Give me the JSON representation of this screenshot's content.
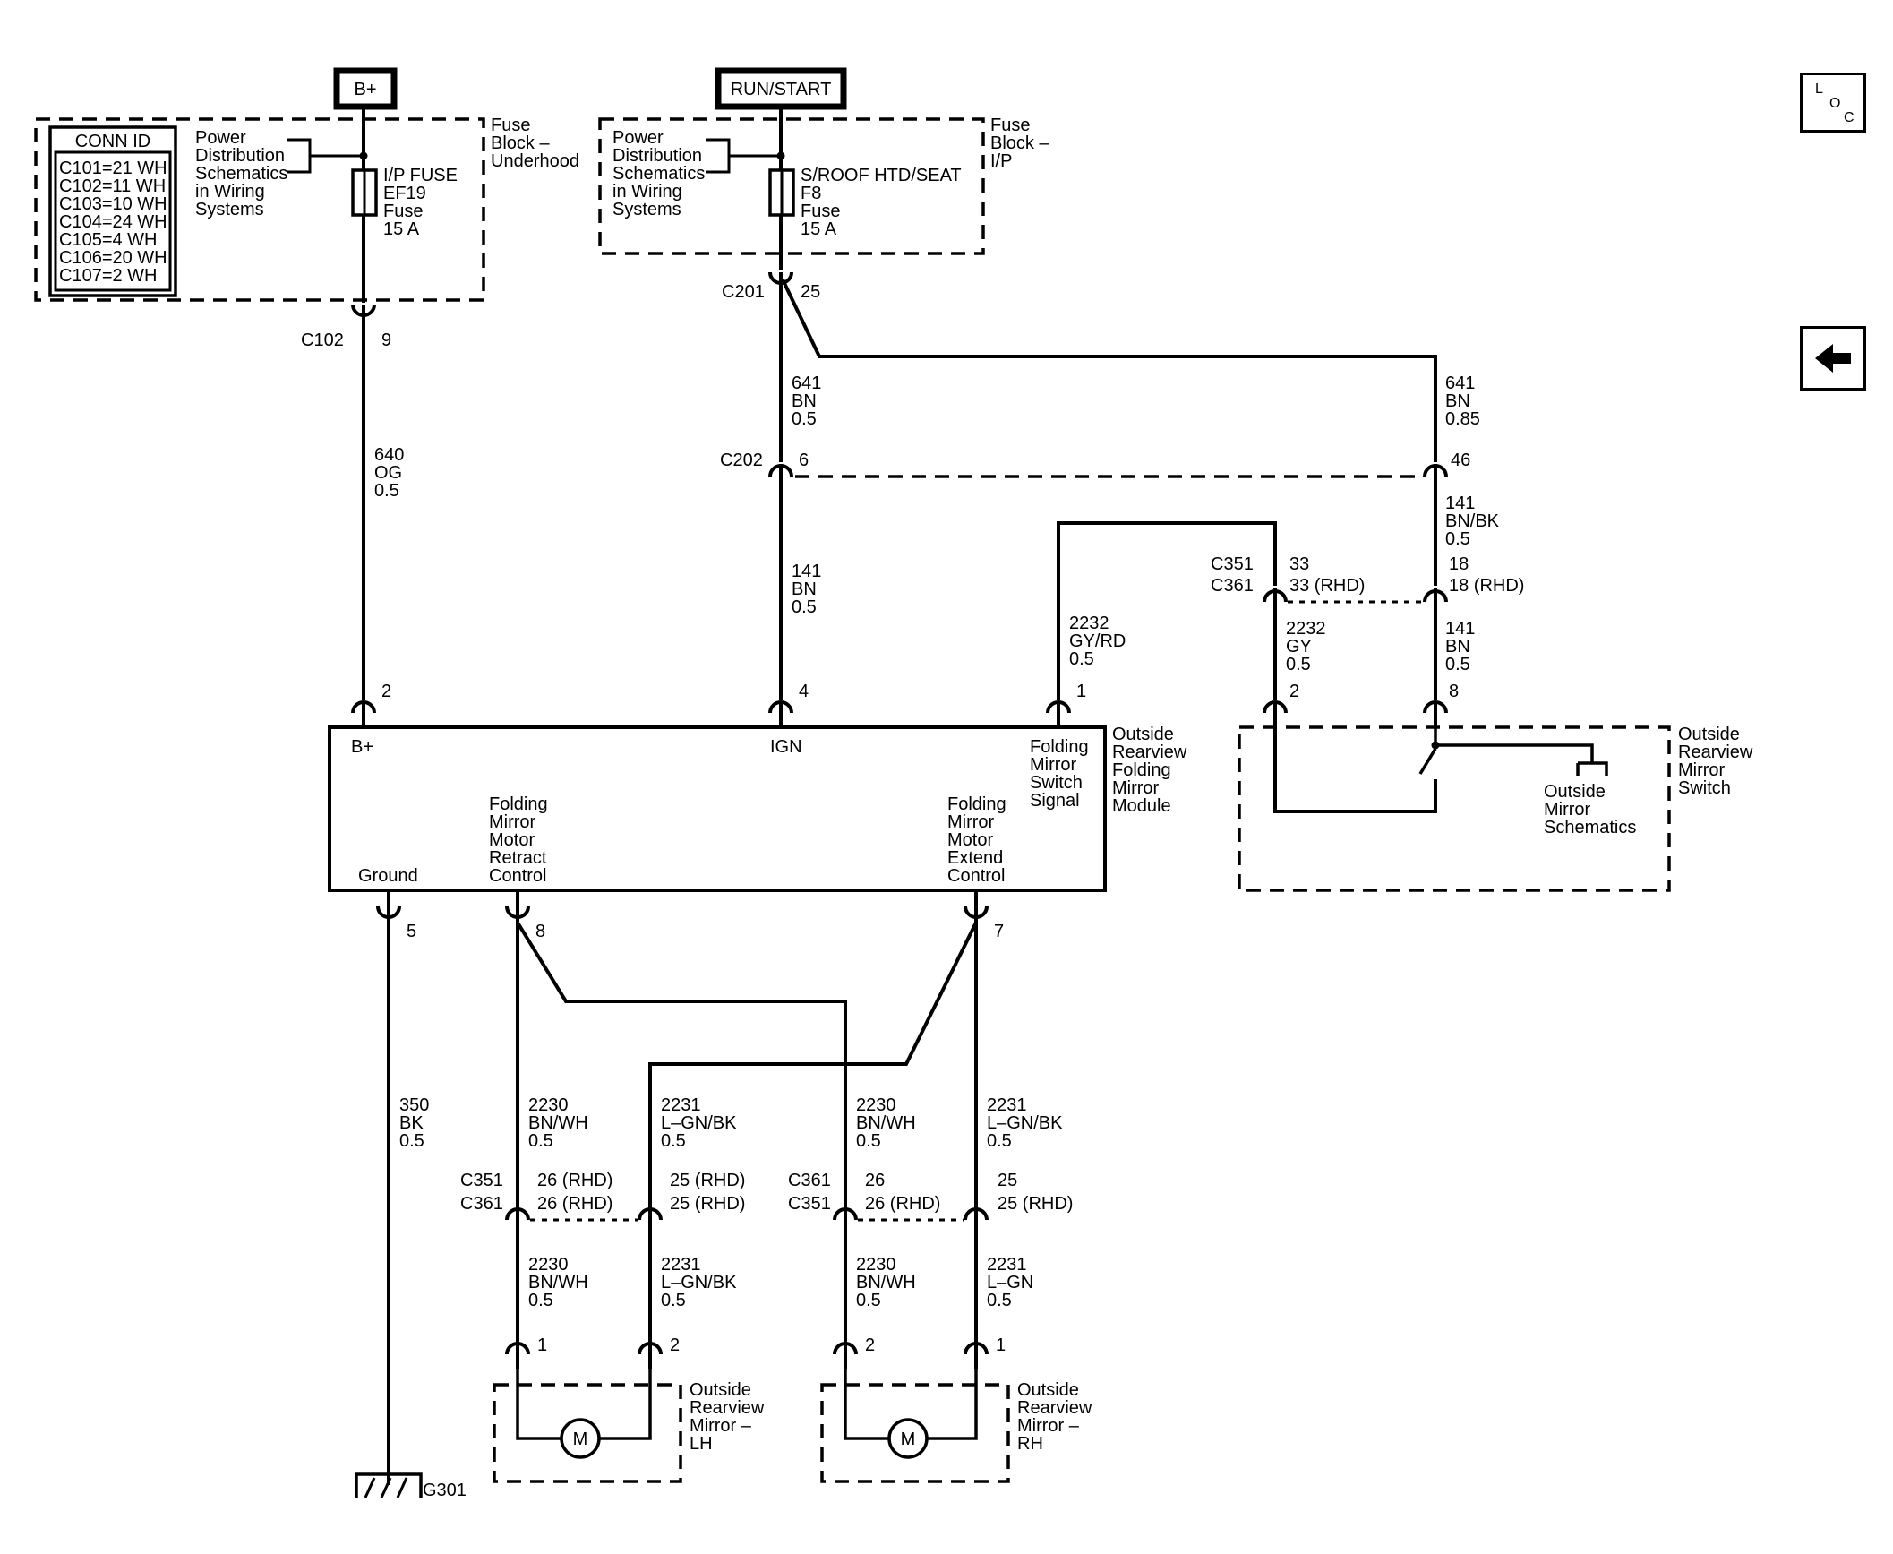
{
  "sources": {
    "bplus": "B+",
    "run_start": "RUN/START"
  },
  "conn_table": {
    "header": "CONN ID",
    "rows": [
      "C101=21 WH",
      "C102=11 WH",
      "C103=10 WH",
      "C104=24 WH",
      "C105=4 WH",
      "C106=20 WH",
      "C107=2 WH"
    ]
  },
  "fuse_block_underhood": {
    "pds": [
      "Power",
      "Distribution",
      "Schematics",
      "in Wiring",
      "Systems"
    ],
    "fuse": [
      "I/P FUSE",
      "EF19",
      "Fuse",
      "15 A"
    ],
    "name": [
      "Fuse",
      "Block –",
      "Underhood"
    ]
  },
  "fuse_block_ip": {
    "pds": [
      "Power",
      "Distribution",
      "Schematics",
      "in Wiring",
      "Systems"
    ],
    "fuse": [
      "S/ROOF HTD/SEAT",
      "F8",
      "Fuse",
      "15 A"
    ],
    "name": [
      "Fuse",
      "Block –",
      "I/P"
    ]
  },
  "connectors": {
    "c102": "C102",
    "c102_pin": "9",
    "c201": "C201",
    "c201_pin": "25",
    "c202": "C202",
    "c202_pin_a": "6",
    "c202_pin_b": "46",
    "c351": "C351",
    "c361": "C361",
    "c351_pin_sig": "33",
    "c361_pin_sig": "33 (RHD)",
    "c351_pin_ign": "18",
    "c361_pin_ign": "18 (RHD)"
  },
  "wires": {
    "w640": [
      "640",
      "OG",
      "0.5"
    ],
    "w641a": [
      "641",
      "BN",
      "0.5"
    ],
    "w641b": [
      "641",
      "BN",
      "0.85"
    ],
    "w141a": [
      "141",
      "BN",
      "0.5"
    ],
    "w141b": [
      "141",
      "BN/BK",
      "0.5"
    ],
    "w141c": [
      "141",
      "BN",
      "0.5"
    ],
    "w2232a": [
      "2232",
      "GY/RD",
      "0.5"
    ],
    "w2232b": [
      "2232",
      "GY",
      "0.5"
    ],
    "w350": [
      "350",
      "BK",
      "0.5"
    ],
    "w2230a": [
      "2230",
      "BN/WH",
      "0.5"
    ],
    "w2231a": [
      "2231",
      "L–GN/BK",
      "0.5"
    ],
    "w2230b": [
      "2230",
      "BN/WH",
      "0.5"
    ],
    "w2231b": [
      "2231",
      "L–GN/BK",
      "0.5"
    ],
    "w2230c": [
      "2230",
      "BN/WH",
      "0.5"
    ],
    "w2231c": [
      "2231",
      "L–GN/BK",
      "0.5"
    ],
    "w2230d": [
      "2230",
      "BN/WH",
      "0.5"
    ],
    "w2231d": [
      "2231",
      "L–GN",
      "0.5"
    ]
  },
  "module": {
    "pin_bplus": "2",
    "pin_ign": "4",
    "pin_sig": "1",
    "pin_gnd": "5",
    "pin_retract": "8",
    "pin_extend": "7",
    "label_bplus": "B+",
    "label_ign": "IGN",
    "label_sig": [
      "Folding",
      "Mirror",
      "Switch",
      "Signal"
    ],
    "label_gnd": "Ground",
    "label_retract": [
      "Folding",
      "Mirror",
      "Motor",
      "Retract",
      "Control"
    ],
    "label_extend": [
      "Folding",
      "Mirror",
      "Motor",
      "Extend",
      "Control"
    ],
    "name": [
      "Outside",
      "Rearview",
      "Folding",
      "Mirror",
      "Module"
    ]
  },
  "mirror_switch": {
    "pin_sig": "2",
    "pin_ign": "8",
    "ref": [
      "Outside",
      "Mirror",
      "Schematics"
    ],
    "name": [
      "Outside",
      "Rearview",
      "Mirror",
      "Switch"
    ]
  },
  "lower_connectors": {
    "left_top": "C351",
    "left_bottom": "C361",
    "left_a_top": "26 (RHD)",
    "left_a_bottom": "26 (RHD)",
    "left_b_top": "25 (RHD)",
    "left_b_bottom": "25 (RHD)",
    "right_top": "C361",
    "right_bottom": "C351",
    "right_a_top": "26",
    "right_a_bottom": "26 (RHD)",
    "right_b_top": "25",
    "right_b_bottom": "25 (RHD)"
  },
  "mirror_lh": {
    "pin_a": "1",
    "pin_b": "2",
    "motor": "M",
    "name": [
      "Outside",
      "Rearview",
      "Mirror –",
      "LH"
    ]
  },
  "mirror_rh": {
    "pin_a": "2",
    "pin_b": "1",
    "motor": "M",
    "name": [
      "Outside",
      "Rearview",
      "Mirror –",
      "RH"
    ]
  },
  "ground": {
    "name": "G301"
  },
  "nav": {
    "loc": [
      "L",
      "O",
      "C"
    ],
    "back_icon": "back-arrow-icon"
  }
}
